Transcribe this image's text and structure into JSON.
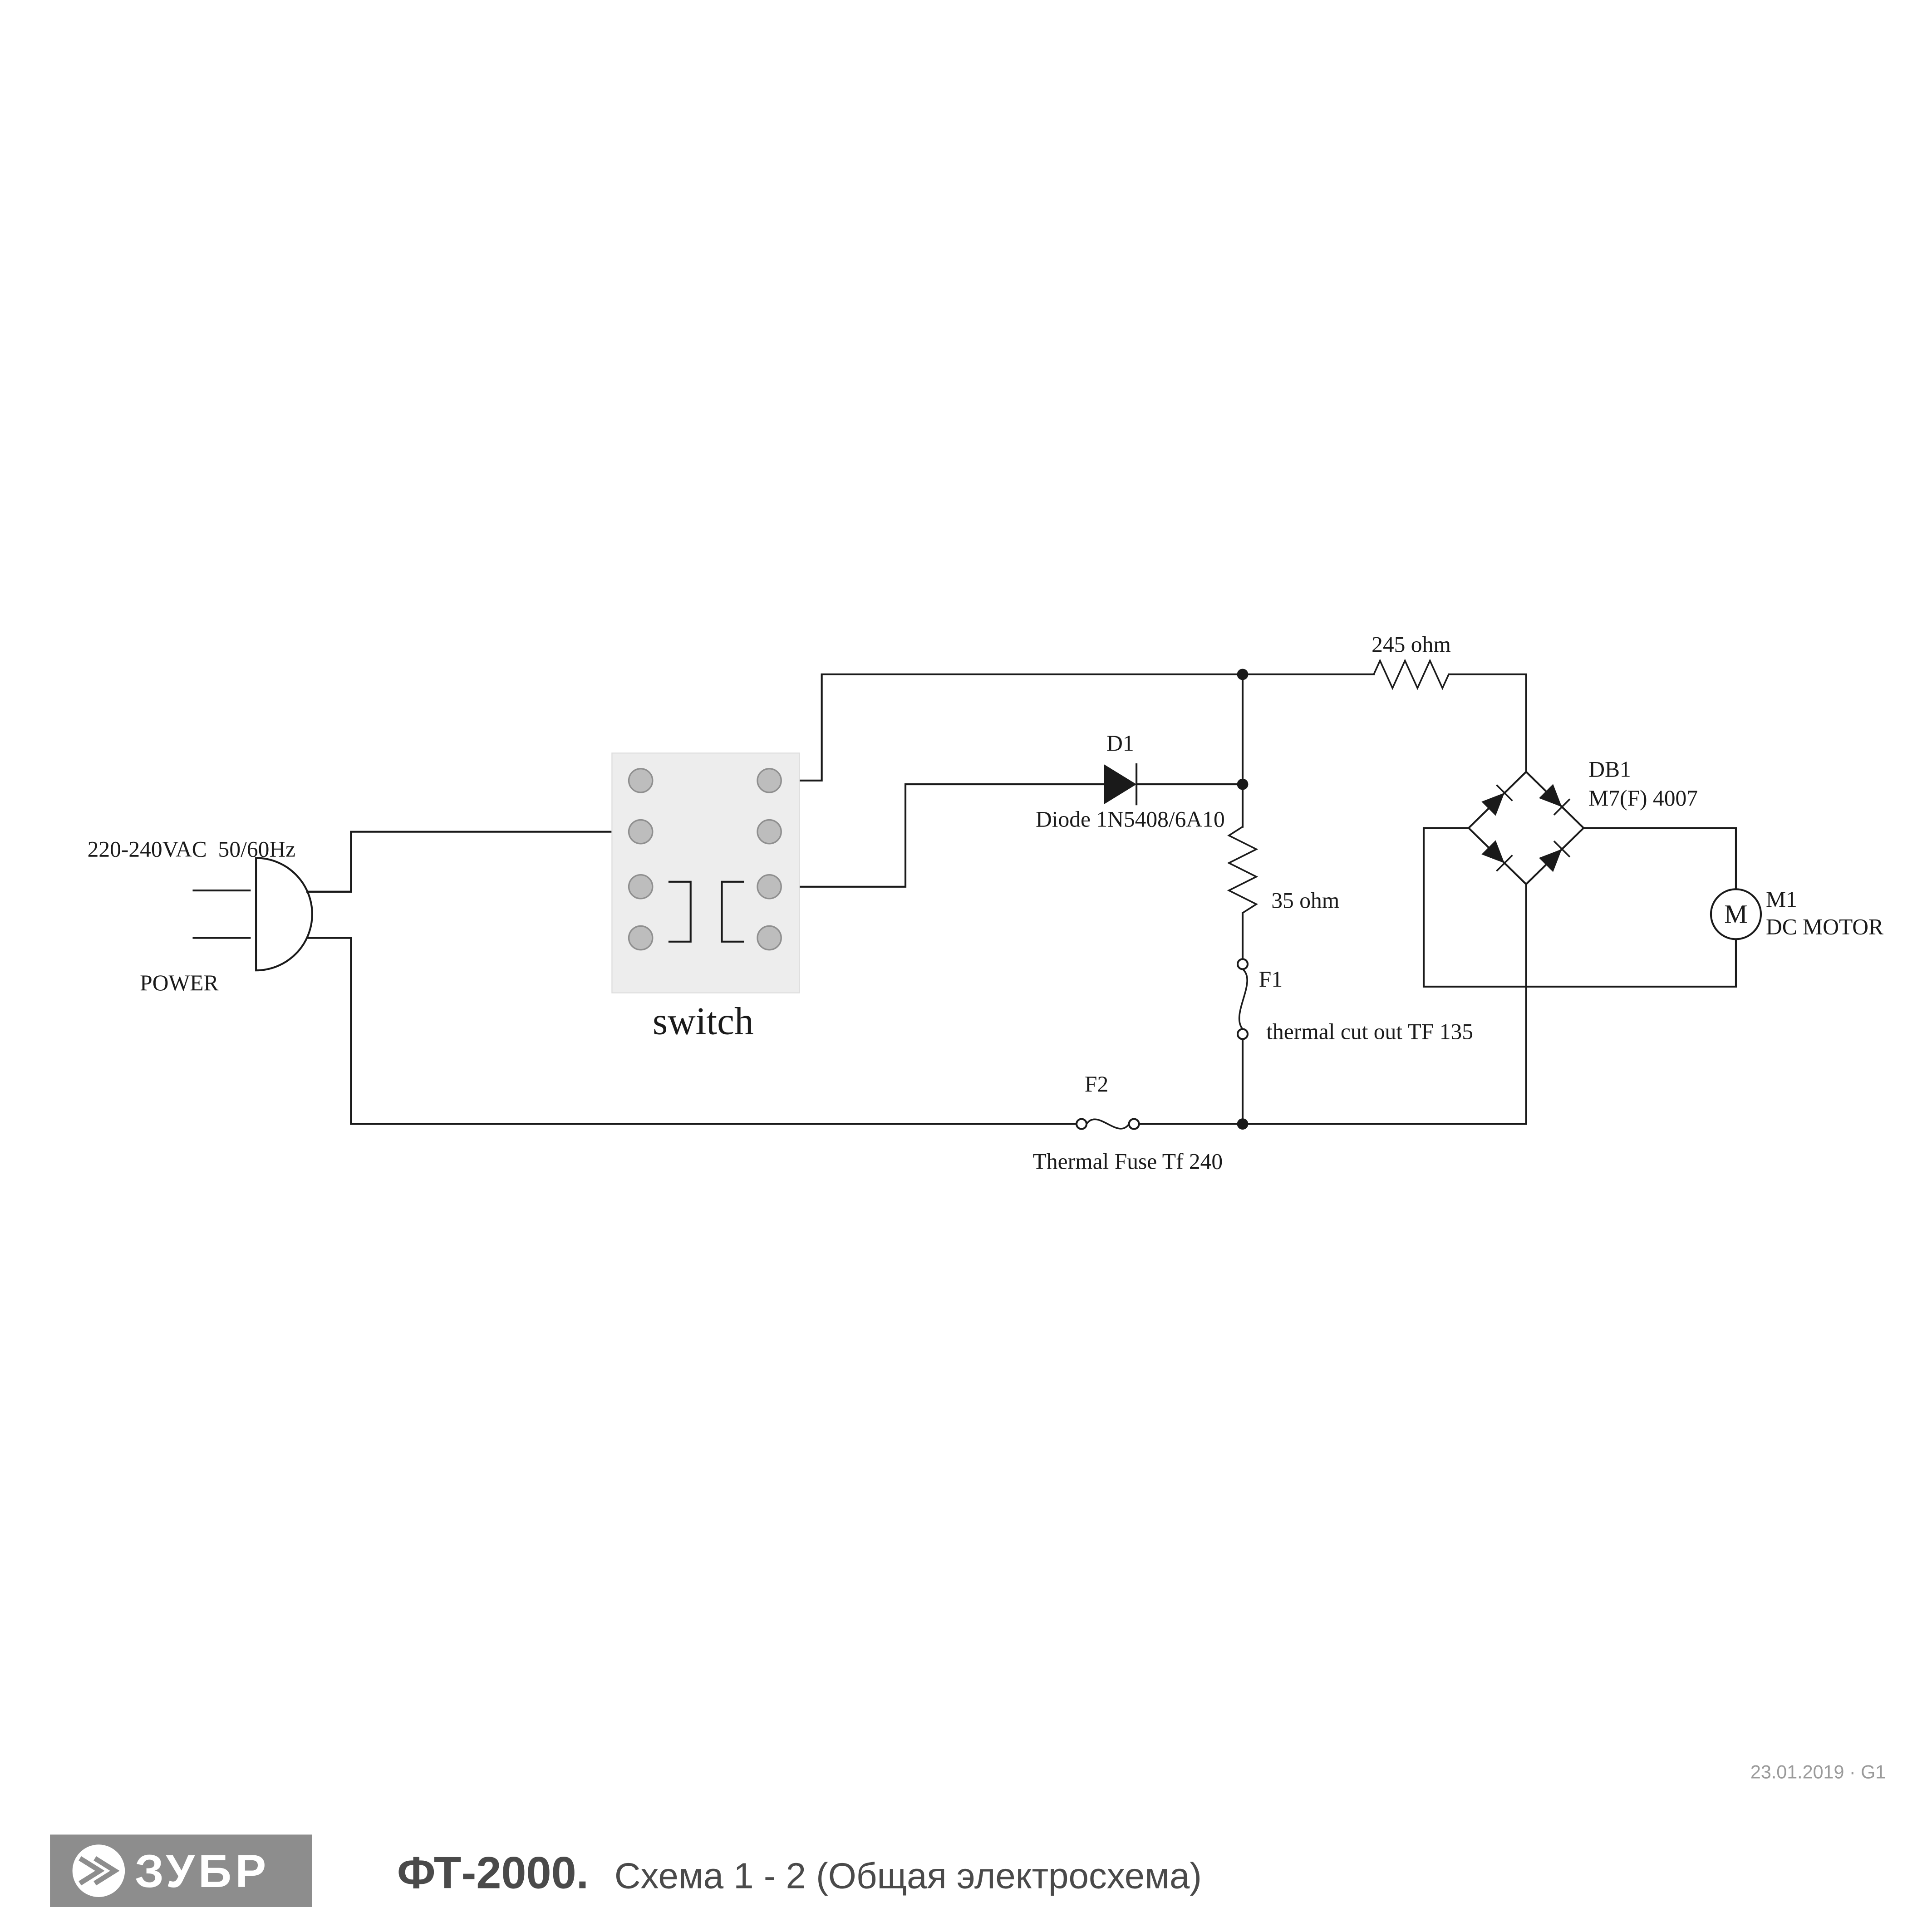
{
  "meta": {
    "revision": "23.01.2019 · G1"
  },
  "colors": {
    "line": "#1a1a1a",
    "switch_box": "#ededed",
    "pin_fill": "#bdbdbd",
    "logo_bg": "#8d8d8d",
    "footer_text": "#4a4a4a",
    "muted_text": "#9a9a9a"
  },
  "schematic": {
    "power": {
      "rating": "220-240VAC  50/60Hz",
      "label": "POWER"
    },
    "switch_label": "switch",
    "d1": {
      "ref": "D1",
      "label": "Diode 1N5408/6A10"
    },
    "r245": {
      "label": "245 ohm"
    },
    "r35": {
      "label": "35 ohm"
    },
    "f1": {
      "ref": "F1",
      "label": "thermal cut out TF 135"
    },
    "f2": {
      "ref": "F2",
      "label": "Thermal Fuse Tf 240"
    },
    "db1": {
      "ref": "DB1",
      "label": "M7(F) 4007"
    },
    "m1": {
      "ref": "M1",
      "label": "DC MOTOR",
      "symbol": "M"
    }
  },
  "footer": {
    "brand": "ЗУБР",
    "model": "ФТ-2000.",
    "subtitle": "Схема 1 - 2 (Общая электросхема)"
  }
}
